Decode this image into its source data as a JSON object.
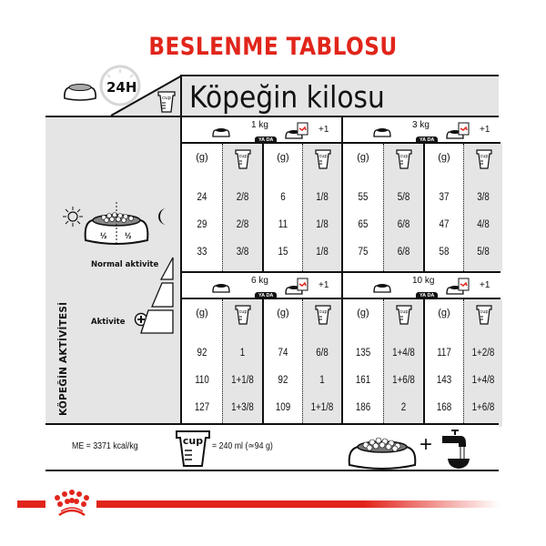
{
  "title": "BESLENME TABLOSU",
  "header": {
    "duration_label": "24H",
    "weight_title": "Köpeğin kilosu"
  },
  "activity_panel": {
    "vertical_label": "KÖPEĞİN AKTİVİTESİ",
    "half_left": "½",
    "half_right": "½",
    "normal_label": "Normal aktivite",
    "active_label": "Aktivite"
  },
  "column_labels": {
    "grams": "(g)",
    "cup": "cup"
  },
  "or_label": "YA DA",
  "plus_one": "+1",
  "blocks": [
    {
      "weight": "1 kg",
      "dry_only": {
        "grams": [
          "24",
          "29",
          "33"
        ],
        "cups": [
          "2/8",
          "2/8",
          "3/8"
        ]
      },
      "dry_plus_wet": {
        "grams": [
          "6",
          "11",
          "15"
        ],
        "cups": [
          "1/8",
          "1/8",
          "1/8"
        ]
      }
    },
    {
      "weight": "3 kg",
      "dry_only": {
        "grams": [
          "55",
          "65",
          "75"
        ],
        "cups": [
          "5/8",
          "6/8",
          "6/8"
        ]
      },
      "dry_plus_wet": {
        "grams": [
          "37",
          "47",
          "58"
        ],
        "cups": [
          "3/8",
          "4/8",
          "5/8"
        ]
      }
    },
    {
      "weight": "6 kg",
      "dry_only": {
        "grams": [
          "92",
          "110",
          "127"
        ],
        "cups": [
          "1",
          "1+1/8",
          "1+3/8"
        ]
      },
      "dry_plus_wet": {
        "grams": [
          "74",
          "92",
          "109"
        ],
        "cups": [
          "6/8",
          "1",
          "1+1/8"
        ]
      }
    },
    {
      "weight": "10 kg",
      "dry_only": {
        "grams": [
          "135",
          "161",
          "186"
        ],
        "cups": [
          "1+4/8",
          "1+6/8",
          "2"
        ]
      },
      "dry_plus_wet": {
        "grams": [
          "117",
          "143",
          "168"
        ],
        "cups": [
          "1+2/8",
          "1+4/8",
          "1+6/8"
        ]
      }
    }
  ],
  "footer": {
    "energy": "ME = 3371 kcal/kg",
    "cup_label": "cup",
    "cup_equivalence": "= 240 ml (≃94 g)",
    "plus": "+"
  },
  "colors": {
    "brand_red": "#e1251b",
    "panel_gray": "#e5e5e5",
    "ink": "#111111"
  }
}
